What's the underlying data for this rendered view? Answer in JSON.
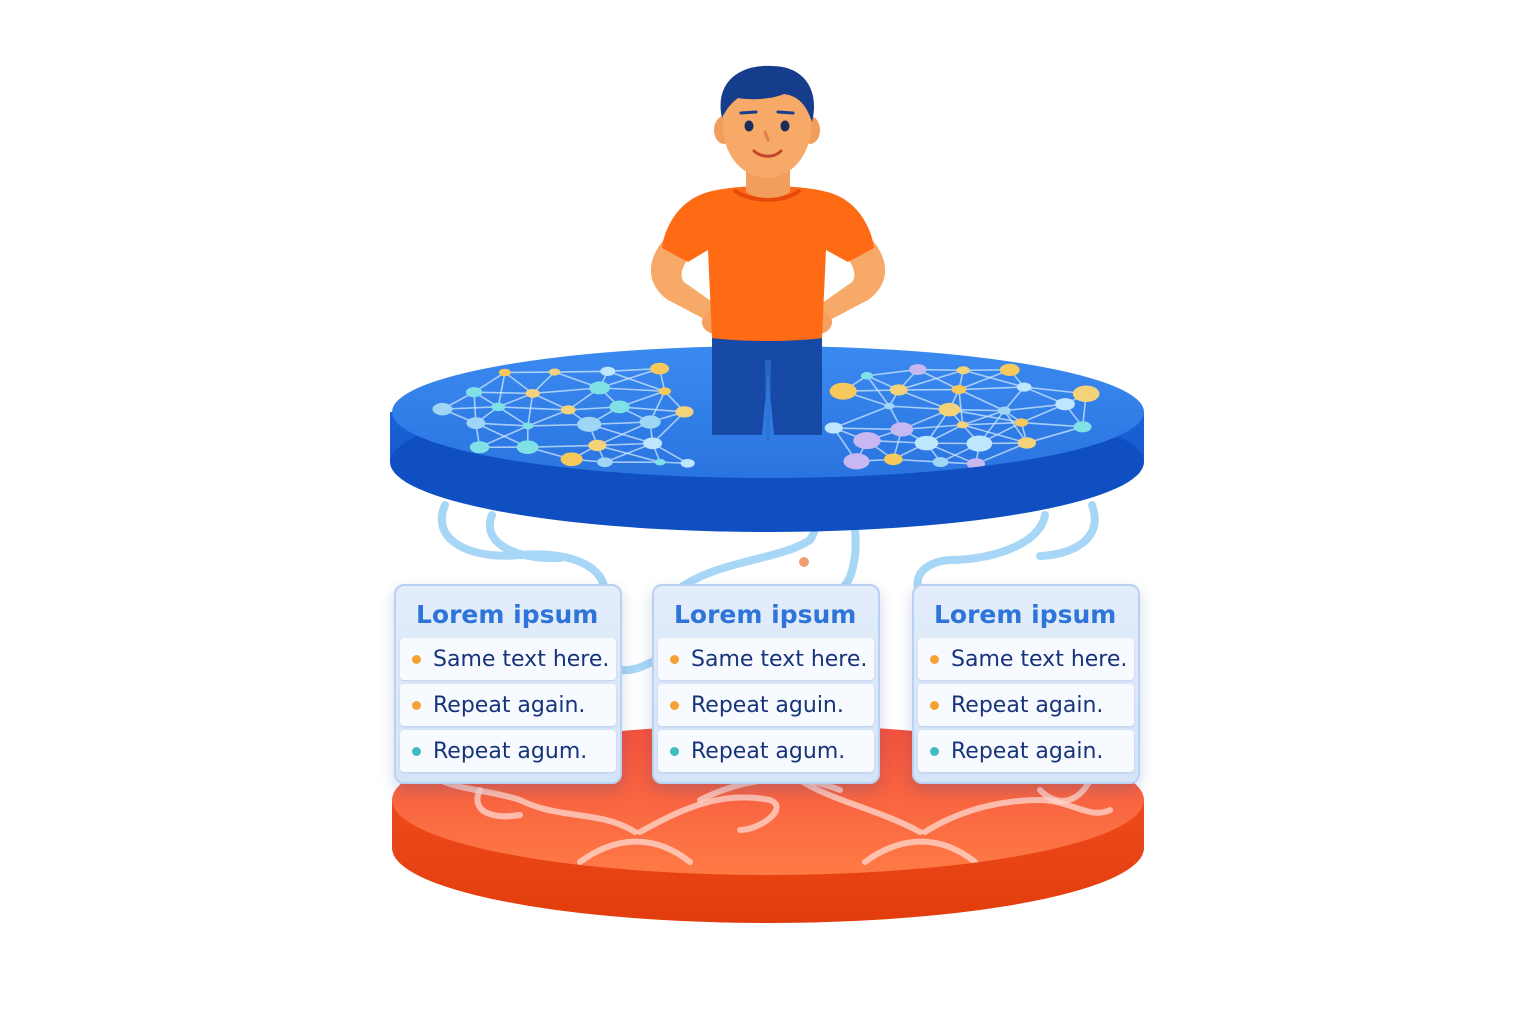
{
  "colors": {
    "platform_top": "#2d7ce6",
    "platform_side": "#1255c9",
    "base_top": "#f2543a",
    "base_side": "#e6400f",
    "shirt": "#ff6a14",
    "skin": "#f7a968",
    "hair": "#163c8c",
    "pants": "#174aa6",
    "card_title": "#2f74d8",
    "card_text": "#17337a",
    "dot_orange": "#f5a235",
    "dot_teal": "#3fbcc0"
  },
  "cards": [
    {
      "title": "Lorem ipsum",
      "items": [
        {
          "text": "Same text here.",
          "dot": "orange"
        },
        {
          "text": "Repeat again.",
          "dot": "orange"
        },
        {
          "text": "Repeat agum.",
          "dot": "teal"
        }
      ]
    },
    {
      "title": "Lorem ipsum",
      "items": [
        {
          "text": "Same text here.",
          "dot": "orange"
        },
        {
          "text": "Repeat aguin.",
          "dot": "orange"
        },
        {
          "text": "Repeat agum.",
          "dot": "teal"
        }
      ]
    },
    {
      "title": "Lorem ipsum",
      "items": [
        {
          "text": "Same text here.",
          "dot": "orange"
        },
        {
          "text": "Repeat again.",
          "dot": "orange"
        },
        {
          "text": "Repeat again.",
          "dot": "teal"
        }
      ]
    }
  ]
}
